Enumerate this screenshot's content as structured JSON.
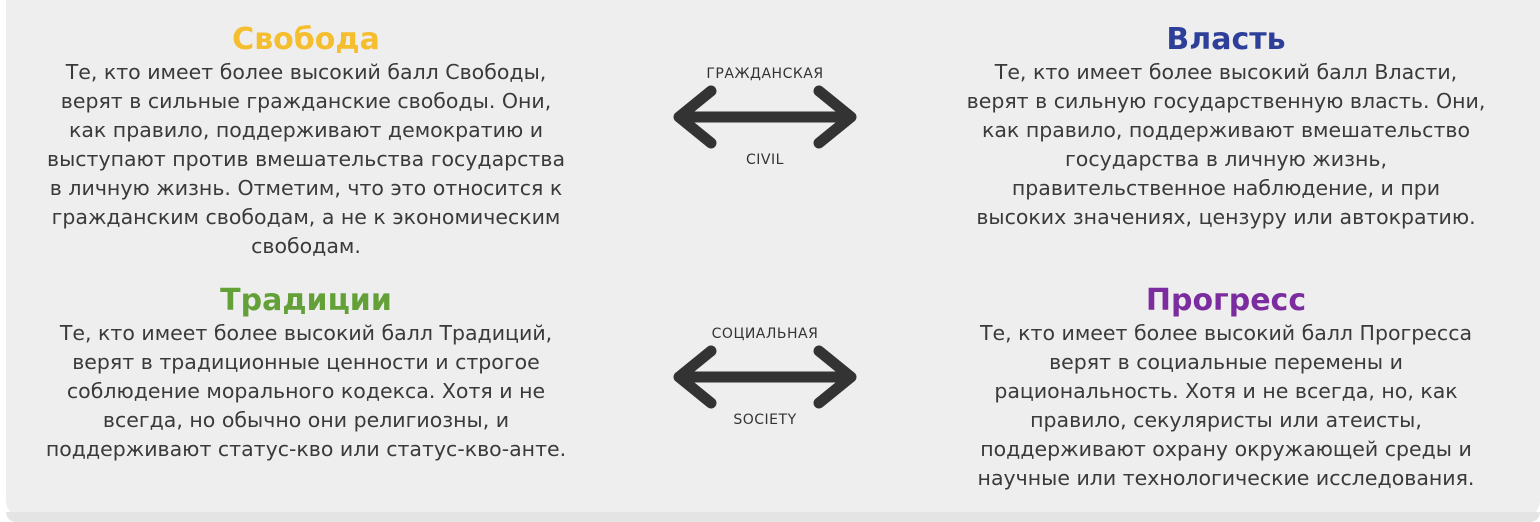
{
  "colors": {
    "liberty": "#F5BE2E",
    "authority": "#2E3F99",
    "tradition": "#64A038",
    "progress": "#7B2C9E",
    "arrow": "#333333",
    "background": "#EEEEEE"
  },
  "axes": {
    "civil": {
      "top_label": "ГРАЖДАНСКАЯ",
      "bottom_label": "CIVIL",
      "icon": "double-arrow-icon"
    },
    "society": {
      "top_label": "СОЦИАЛЬНАЯ",
      "bottom_label": "SOCIETY",
      "icon": "double-arrow-icon"
    }
  },
  "blocks": {
    "liberty": {
      "title": "Свобода",
      "lines": [
        "Те, кто имеет более высокий балл Свободы,",
        "верят в сильные гражданские свободы. Они,",
        "как правило, поддерживают демократию и",
        "выступают против вмешательства государства",
        "в личную жизнь. Отметим, что это относится к",
        "гражданским свободам, а не к экономическим",
        "свободам."
      ]
    },
    "authority": {
      "title": "Власть",
      "lines": [
        "Те, кто имеет более высокий балл Власти,",
        "верят в сильную государственную власть. Они,",
        "как правило, поддерживают вмешательство",
        "государства в личную жизнь,",
        "правительственное наблюдение, и при",
        "высоких значениях, цензуру или автократию."
      ]
    },
    "tradition": {
      "title": "Традиции",
      "lines": [
        "Те, кто имеет более высокий балл Традиций,",
        "верят в традиционные ценности и строгое",
        "соблюдение морального кодекса. Хотя и не",
        "всегда, но обычно они религиозны, и",
        "поддерживают статус-кво или статус-кво-анте."
      ]
    },
    "progress": {
      "title": "Прогресс",
      "lines": [
        "Те, кто имеет более высокий балл Прогресса",
        "верят в социальные перемены и",
        "рациональность. Хотя и не всегда, но, как",
        "правило, секуляристы или атеисты,",
        "поддерживают охрану окружающей среды и",
        "научные или технологические исследования."
      ]
    }
  }
}
